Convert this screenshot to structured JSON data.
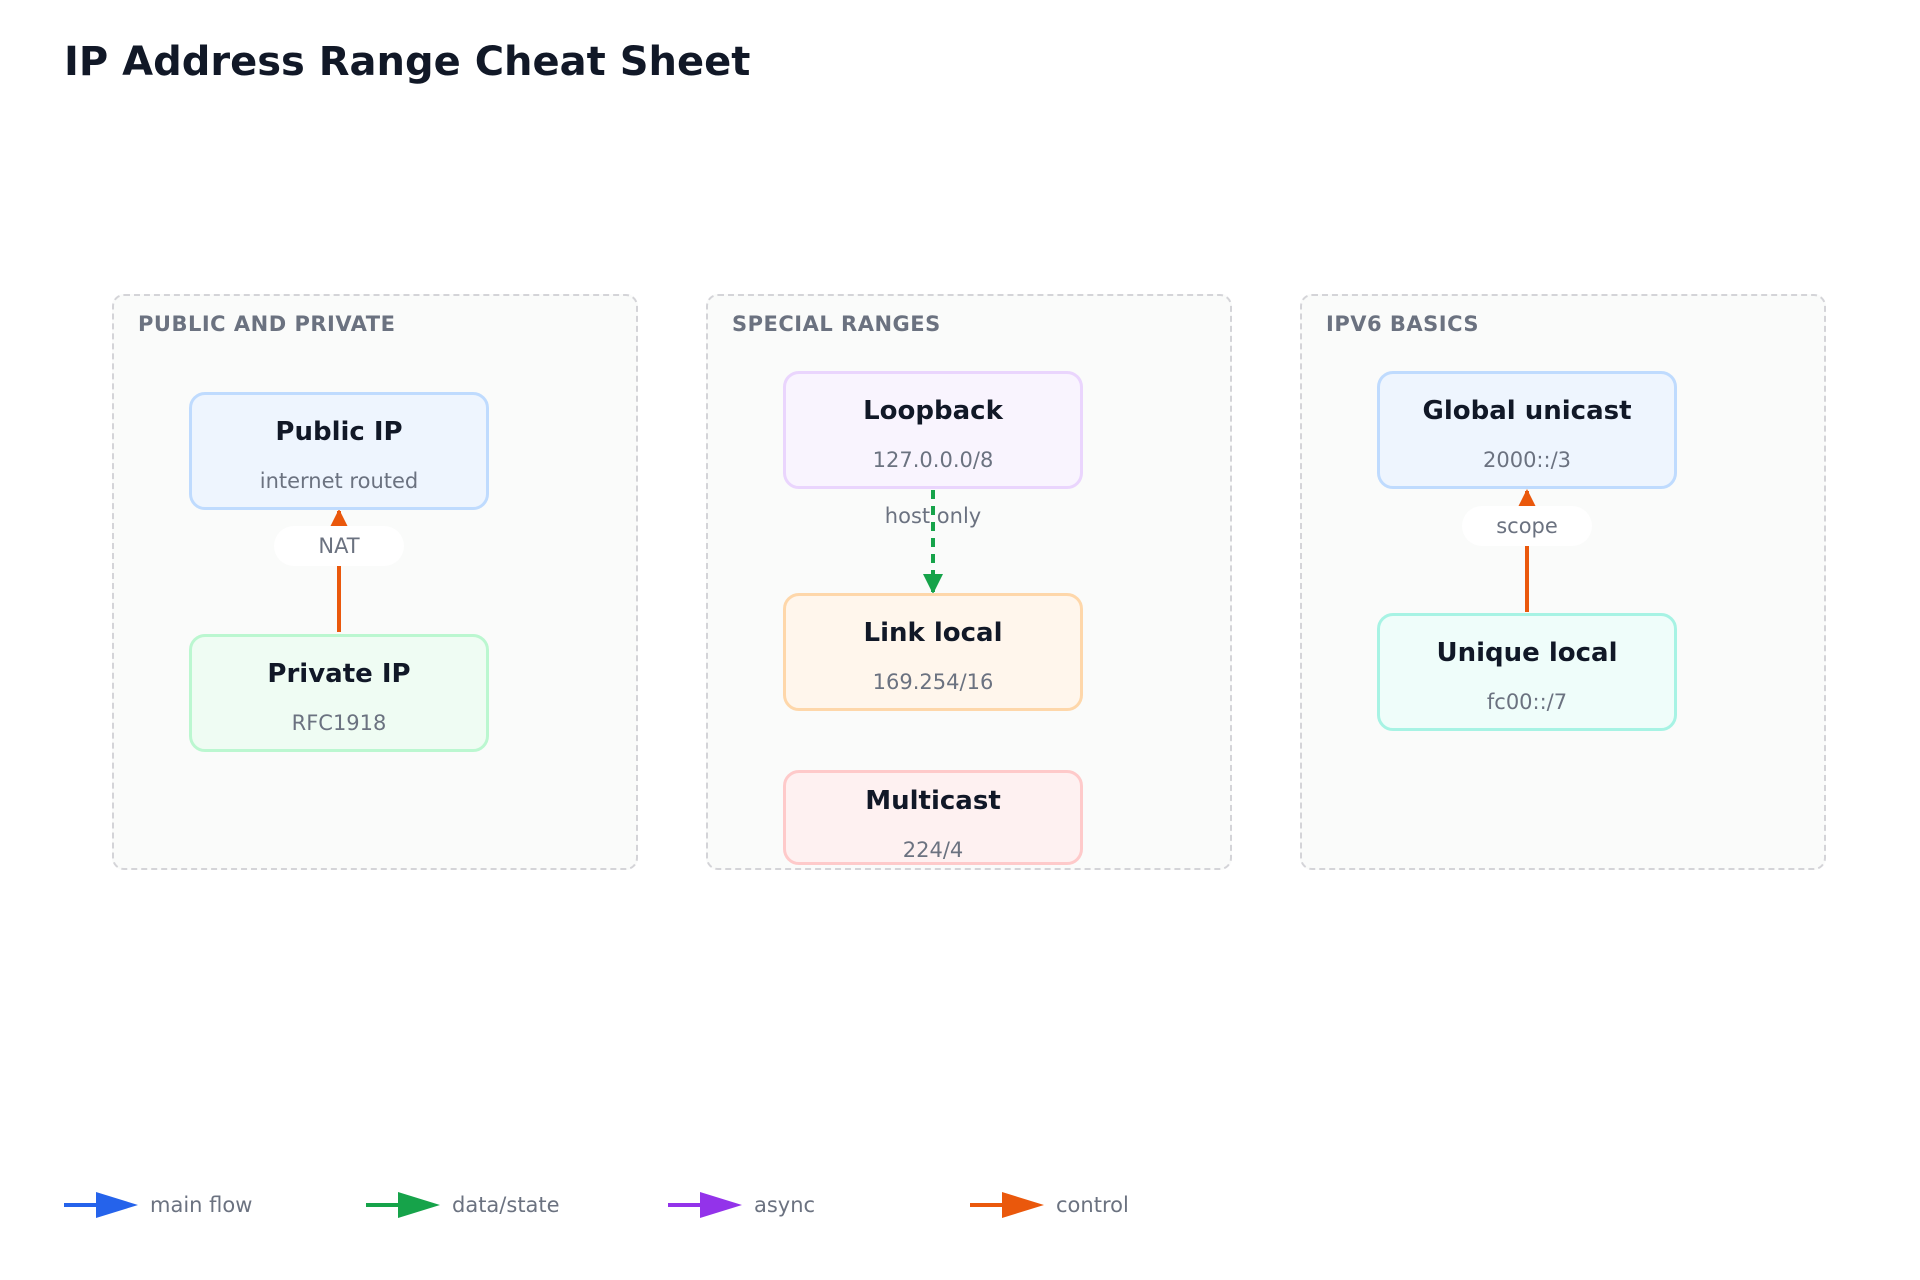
{
  "title": "IP Address Range Cheat Sheet",
  "groups": [
    {
      "label": "PUBLIC AND PRIVATE",
      "nodes": [
        {
          "title": "Public IP",
          "subtitle": "internet routed"
        },
        {
          "title": "Private IP",
          "subtitle": "RFC1918"
        }
      ],
      "edges": [
        {
          "label": "NAT",
          "type": "control"
        }
      ]
    },
    {
      "label": "SPECIAL RANGES",
      "nodes": [
        {
          "title": "Loopback",
          "subtitle": "127.0.0.0/8"
        },
        {
          "title": "Link local",
          "subtitle": "169.254/16"
        },
        {
          "title": "Multicast",
          "subtitle": "224/4"
        }
      ],
      "edges": [
        {
          "label": "host only",
          "type": "data/state"
        }
      ]
    },
    {
      "label": "IPV6 BASICS",
      "nodes": [
        {
          "title": "Global unicast",
          "subtitle": "2000::/3"
        },
        {
          "title": "Unique local",
          "subtitle": "fc00::/7"
        }
      ],
      "edges": [
        {
          "label": "scope",
          "type": "control"
        }
      ]
    }
  ],
  "legend": [
    {
      "label": "main flow",
      "color": "#2563eb"
    },
    {
      "label": "data/state",
      "color": "#16a34a"
    },
    {
      "label": "async",
      "color": "#9333ea"
    },
    {
      "label": "control",
      "color": "#ea580c"
    }
  ]
}
